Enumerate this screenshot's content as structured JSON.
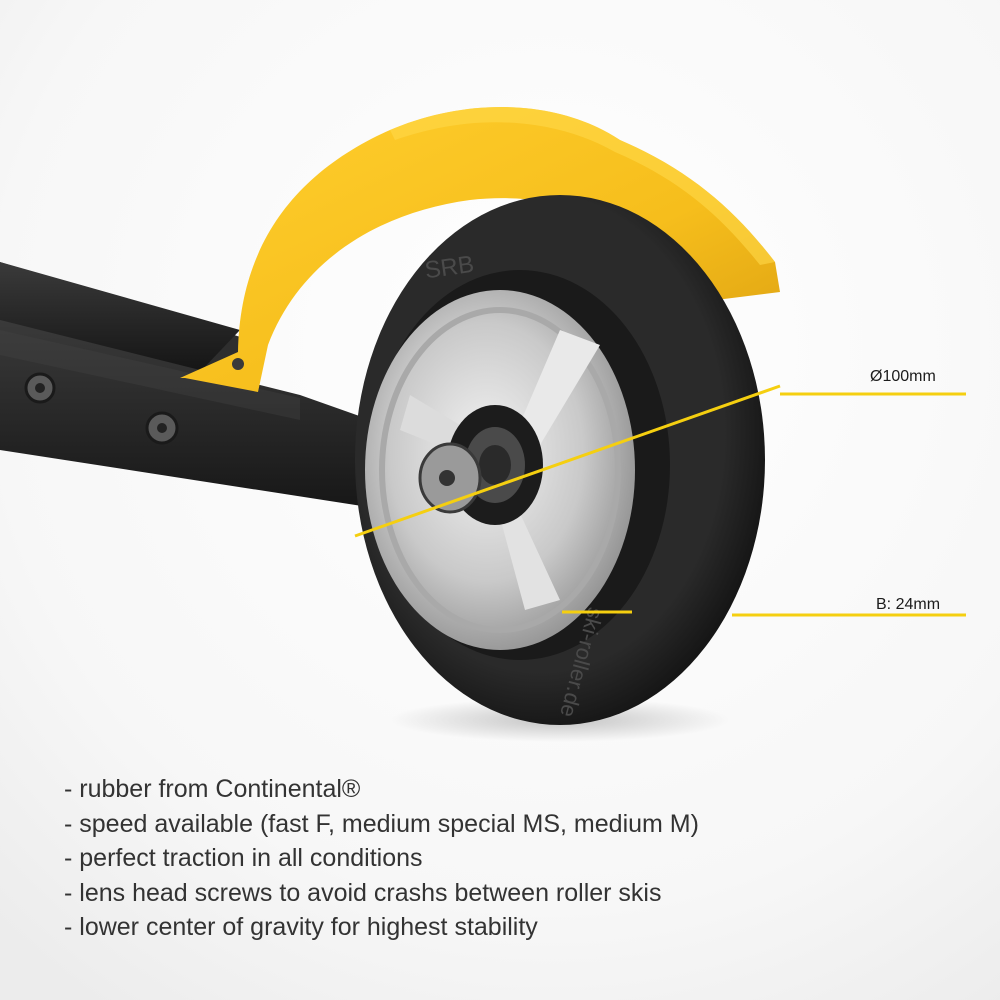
{
  "dimensions": {
    "diameter_label": "Ø100mm",
    "width_label": "B: 24mm",
    "accent_color": "#f5cf10"
  },
  "product": {
    "hub_logo_text": "SRB",
    "tire_text": "ski-roller.de",
    "fender_color": "#f6be1c",
    "tire_color": "#1e1e1e",
    "frame_color": "#262626"
  },
  "features": [
    "- rubber from Continental®",
    "- speed available (fast F, medium special MS, medium M)",
    "- perfect traction in all conditions",
    "- lens head screws to avoid crashs between roller skis",
    "- lower center of gravity for highest stability"
  ]
}
